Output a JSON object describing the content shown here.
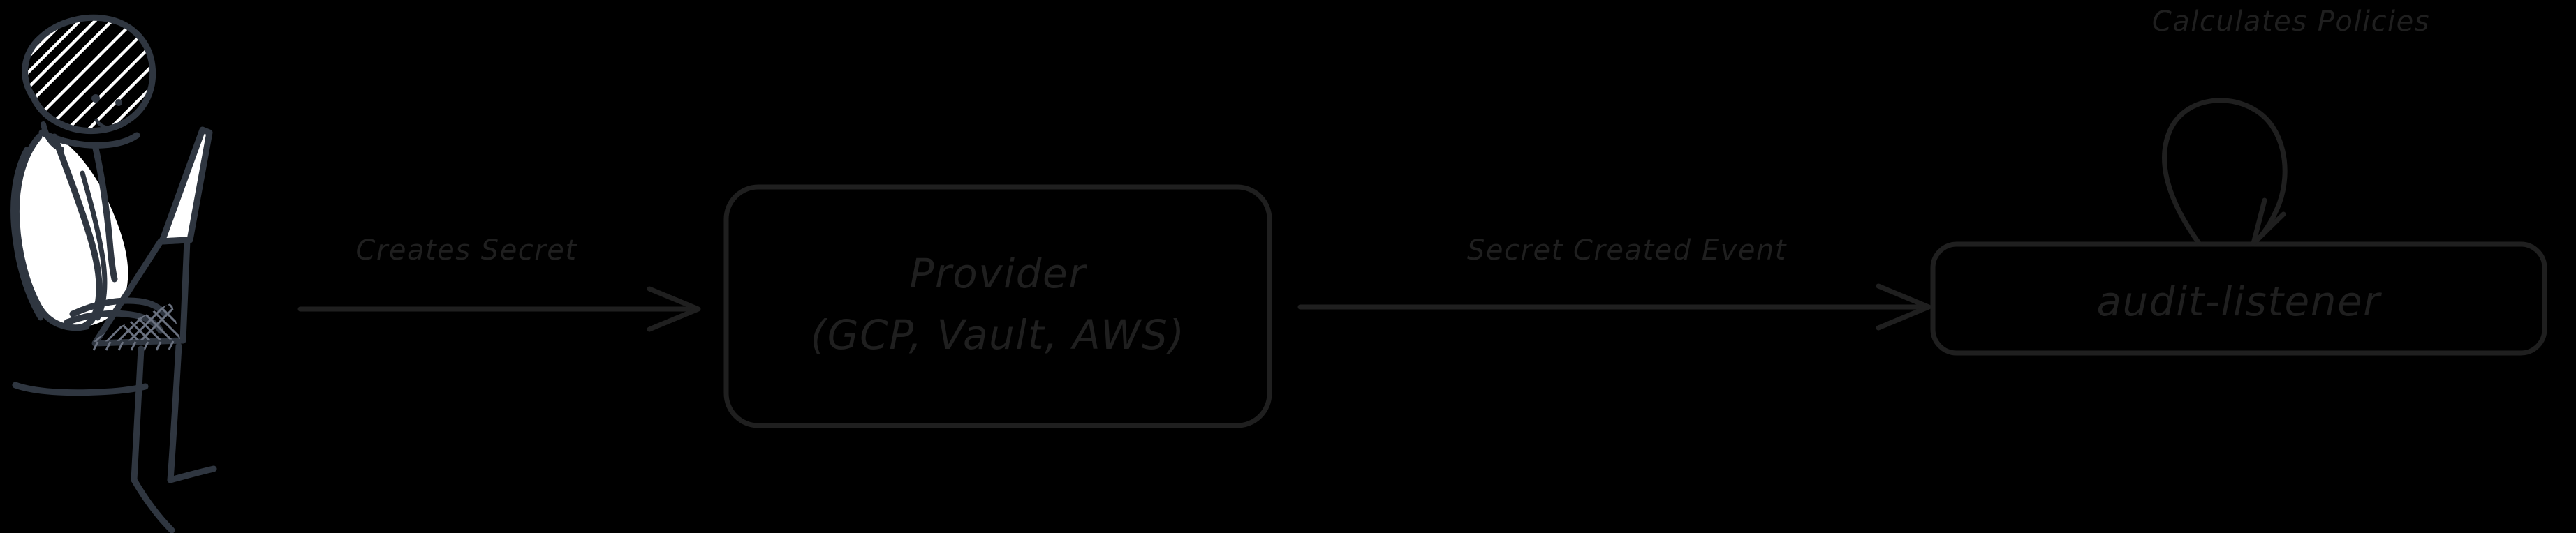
{
  "diagram": {
    "type": "flow",
    "background_color": "#000000",
    "stroke_color": "#1f1f1f",
    "figure_stroke_color": "#2f3640",
    "figure_fill_color": "#ffffff",
    "style": "hand-drawn sketch",
    "actors": [
      {
        "id": "user",
        "name": "person-at-laptop",
        "label": "",
        "shape": "stick-figure-with-laptop"
      }
    ],
    "nodes": [
      {
        "id": "provider",
        "shape": "rounded-rectangle",
        "line1": "Provider",
        "line2": "(GCP, Vault, AWS)"
      },
      {
        "id": "audit_listener",
        "shape": "rounded-rectangle",
        "line1": "audit-listener",
        "line2": ""
      }
    ],
    "edges": [
      {
        "id": "edge-creates-secret",
        "from": "user",
        "to": "provider",
        "label": "Creates Secret",
        "direction": "right"
      },
      {
        "id": "edge-secret-created-event",
        "from": "provider",
        "to": "audit_listener",
        "label": "Secret Created Event",
        "direction": "right"
      },
      {
        "id": "edge-calculates-policies",
        "from": "audit_listener",
        "to": "audit_listener",
        "label": "Calculates Policies",
        "direction": "self-loop"
      }
    ]
  }
}
